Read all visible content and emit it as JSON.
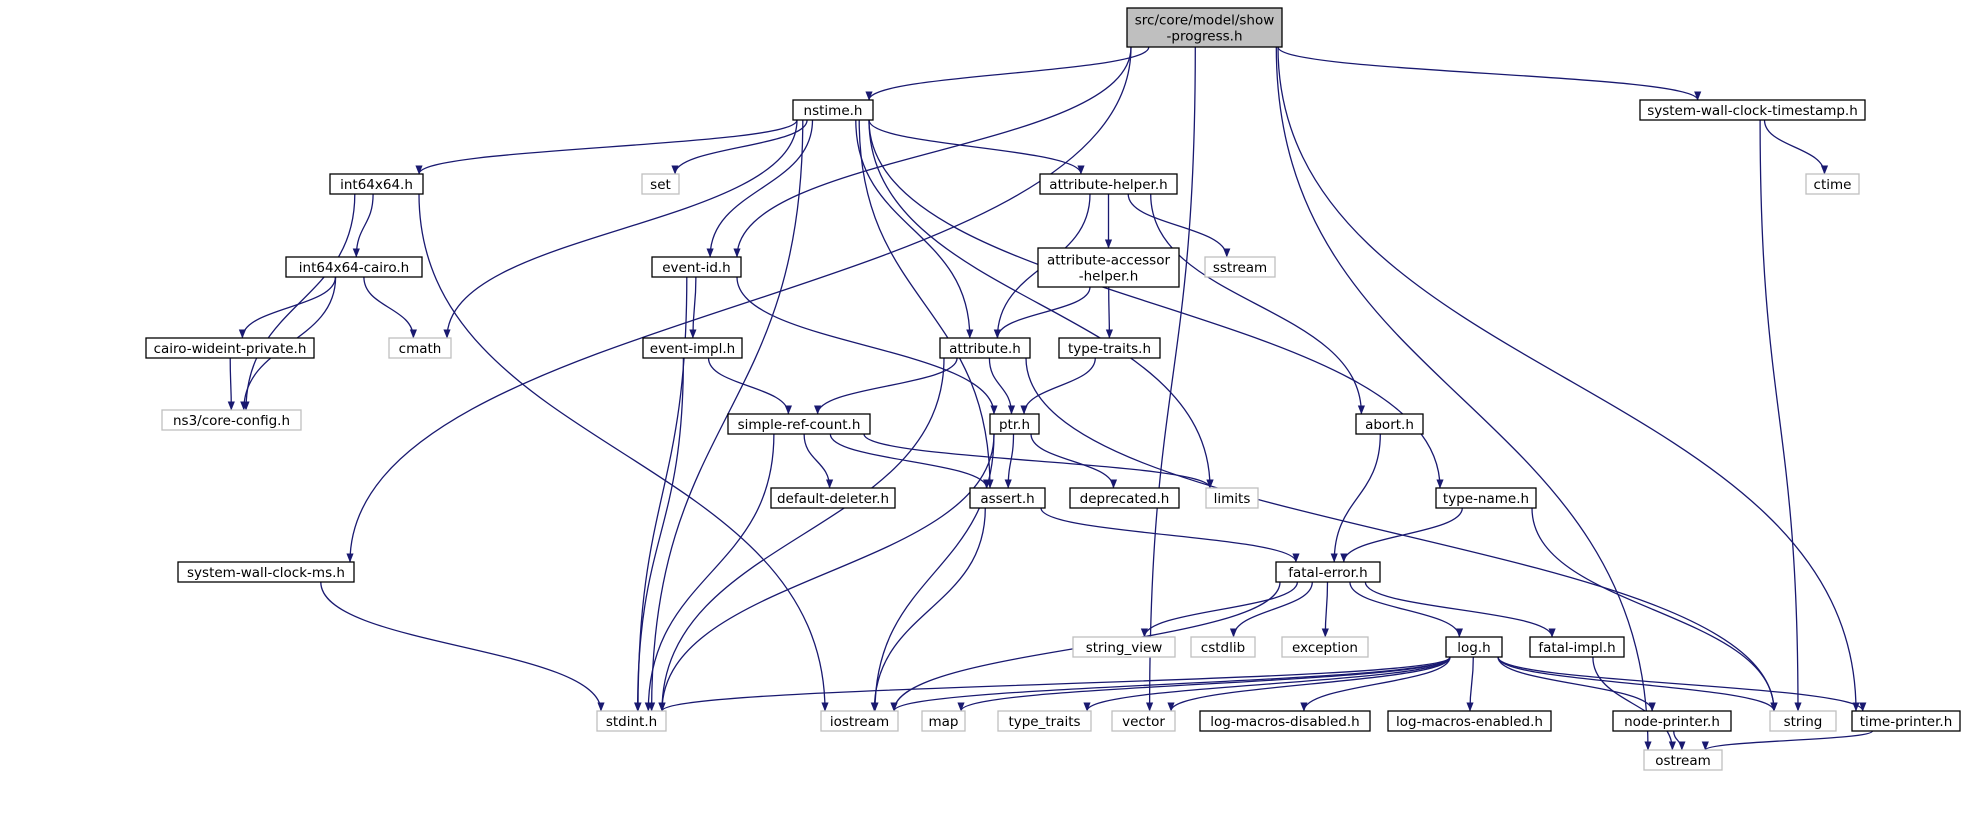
{
  "diagram": {
    "colors": {
      "edge": "#191970",
      "local_border": "#000000",
      "system_border": "#bfbfbf",
      "root_fill": "#bfbfbf"
    },
    "nodes": [
      {
        "id": "root",
        "label": [
          "src/core/model/show",
          "-progress.h"
        ],
        "kind": "root"
      },
      {
        "id": "nstime",
        "label": [
          "nstime.h"
        ],
        "kind": "local"
      },
      {
        "id": "swct",
        "label": [
          "system-wall-clock-timestamp.h"
        ],
        "kind": "local"
      },
      {
        "id": "ctime",
        "label": [
          "ctime"
        ],
        "kind": "sys"
      },
      {
        "id": "int64x64",
        "label": [
          "int64x64.h"
        ],
        "kind": "local"
      },
      {
        "id": "set",
        "label": [
          "set"
        ],
        "kind": "sys"
      },
      {
        "id": "attrhelper",
        "label": [
          "attribute-helper.h"
        ],
        "kind": "local"
      },
      {
        "id": "int64cairo",
        "label": [
          "int64x64-cairo.h"
        ],
        "kind": "local"
      },
      {
        "id": "eventid",
        "label": [
          "event-id.h"
        ],
        "kind": "local"
      },
      {
        "id": "attraccessor",
        "label": [
          "attribute-accessor",
          "-helper.h"
        ],
        "kind": "local"
      },
      {
        "id": "sstream",
        "label": [
          "sstream"
        ],
        "kind": "sys"
      },
      {
        "id": "cairowide",
        "label": [
          "cairo-wideint-private.h"
        ],
        "kind": "local"
      },
      {
        "id": "cmath",
        "label": [
          "cmath"
        ],
        "kind": "sys"
      },
      {
        "id": "eventimpl",
        "label": [
          "event-impl.h"
        ],
        "kind": "local"
      },
      {
        "id": "attribute",
        "label": [
          "attribute.h"
        ],
        "kind": "local"
      },
      {
        "id": "typetraits",
        "label": [
          "type-traits.h"
        ],
        "kind": "local"
      },
      {
        "id": "coreconfig",
        "label": [
          "ns3/core-config.h"
        ],
        "kind": "sys"
      },
      {
        "id": "simpleref",
        "label": [
          "simple-ref-count.h"
        ],
        "kind": "local"
      },
      {
        "id": "ptr",
        "label": [
          "ptr.h"
        ],
        "kind": "local"
      },
      {
        "id": "abort",
        "label": [
          "abort.h"
        ],
        "kind": "local"
      },
      {
        "id": "defdeleter",
        "label": [
          "default-deleter.h"
        ],
        "kind": "local"
      },
      {
        "id": "assert",
        "label": [
          "assert.h"
        ],
        "kind": "local"
      },
      {
        "id": "deprecated",
        "label": [
          "deprecated.h"
        ],
        "kind": "local"
      },
      {
        "id": "limits",
        "label": [
          "limits"
        ],
        "kind": "sys"
      },
      {
        "id": "typename",
        "label": [
          "type-name.h"
        ],
        "kind": "local"
      },
      {
        "id": "swcms",
        "label": [
          "system-wall-clock-ms.h"
        ],
        "kind": "local"
      },
      {
        "id": "fatalerror",
        "label": [
          "fatal-error.h"
        ],
        "kind": "local"
      },
      {
        "id": "stringview",
        "label": [
          "string_view"
        ],
        "kind": "sys"
      },
      {
        "id": "cstdlib",
        "label": [
          "cstdlib"
        ],
        "kind": "sys"
      },
      {
        "id": "exception",
        "label": [
          "exception"
        ],
        "kind": "sys"
      },
      {
        "id": "log",
        "label": [
          "log.h"
        ],
        "kind": "local"
      },
      {
        "id": "fatalimpl",
        "label": [
          "fatal-impl.h"
        ],
        "kind": "local"
      },
      {
        "id": "stdint",
        "label": [
          "stdint.h"
        ],
        "kind": "sys"
      },
      {
        "id": "iostream",
        "label": [
          "iostream"
        ],
        "kind": "sys"
      },
      {
        "id": "map",
        "label": [
          "map"
        ],
        "kind": "sys"
      },
      {
        "id": "typetraitsstd",
        "label": [
          "type_traits"
        ],
        "kind": "sys"
      },
      {
        "id": "vector",
        "label": [
          "vector"
        ],
        "kind": "sys"
      },
      {
        "id": "logdisabled",
        "label": [
          "log-macros-disabled.h"
        ],
        "kind": "local"
      },
      {
        "id": "logenabled",
        "label": [
          "log-macros-enabled.h"
        ],
        "kind": "local"
      },
      {
        "id": "nodeprinter",
        "label": [
          "node-printer.h"
        ],
        "kind": "local"
      },
      {
        "id": "string",
        "label": [
          "string"
        ],
        "kind": "sys"
      },
      {
        "id": "timeprinter",
        "label": [
          "time-printer.h"
        ],
        "kind": "local"
      },
      {
        "id": "ostream",
        "label": [
          "ostream"
        ],
        "kind": "sys"
      }
    ],
    "edges": [
      [
        "root",
        "nstime"
      ],
      [
        "root",
        "swct"
      ],
      [
        "root",
        "eventid"
      ],
      [
        "root",
        "swcms"
      ],
      [
        "root",
        "timeprinter"
      ],
      [
        "root",
        "vector"
      ],
      [
        "root",
        "ostream"
      ],
      [
        "nstime",
        "int64x64"
      ],
      [
        "nstime",
        "set"
      ],
      [
        "nstime",
        "attrhelper"
      ],
      [
        "nstime",
        "eventid"
      ],
      [
        "nstime",
        "cmath"
      ],
      [
        "nstime",
        "attribute"
      ],
      [
        "nstime",
        "assert"
      ],
      [
        "nstime",
        "limits"
      ],
      [
        "nstime",
        "typename"
      ],
      [
        "nstime",
        "stdint"
      ],
      [
        "swct",
        "ctime"
      ],
      [
        "swct",
        "string"
      ],
      [
        "int64x64",
        "int64cairo"
      ],
      [
        "int64x64",
        "coreconfig"
      ],
      [
        "int64x64",
        "iostream"
      ],
      [
        "int64cairo",
        "cairowide"
      ],
      [
        "int64cairo",
        "cmath"
      ],
      [
        "int64cairo",
        "coreconfig"
      ],
      [
        "cairowide",
        "coreconfig"
      ],
      [
        "attrhelper",
        "attraccessor"
      ],
      [
        "attrhelper",
        "sstream"
      ],
      [
        "attrhelper",
        "attribute"
      ],
      [
        "attrhelper",
        "abort"
      ],
      [
        "attraccessor",
        "attribute"
      ],
      [
        "attraccessor",
        "typetraits"
      ],
      [
        "typetraits",
        "ptr"
      ],
      [
        "eventid",
        "eventimpl"
      ],
      [
        "eventid",
        "ptr"
      ],
      [
        "eventid",
        "stdint"
      ],
      [
        "eventimpl",
        "simpleref"
      ],
      [
        "eventimpl",
        "stdint"
      ],
      [
        "attribute",
        "simpleref"
      ],
      [
        "attribute",
        "ptr"
      ],
      [
        "attribute",
        "string"
      ],
      [
        "attribute",
        "stdint"
      ],
      [
        "simpleref",
        "defdeleter"
      ],
      [
        "simpleref",
        "assert"
      ],
      [
        "simpleref",
        "limits"
      ],
      [
        "simpleref",
        "stdint"
      ],
      [
        "ptr",
        "assert"
      ],
      [
        "ptr",
        "deprecated"
      ],
      [
        "ptr",
        "iostream"
      ],
      [
        "ptr",
        "stdint"
      ],
      [
        "assert",
        "fatalerror"
      ],
      [
        "assert",
        "iostream"
      ],
      [
        "abort",
        "fatalerror"
      ],
      [
        "typename",
        "fatalerror"
      ],
      [
        "typename",
        "string"
      ],
      [
        "swcms",
        "stdint"
      ],
      [
        "fatalerror",
        "stringview"
      ],
      [
        "fatalerror",
        "cstdlib"
      ],
      [
        "fatalerror",
        "exception"
      ],
      [
        "fatalerror",
        "log"
      ],
      [
        "fatalerror",
        "fatalimpl"
      ],
      [
        "fatalerror",
        "iostream"
      ],
      [
        "fatalimpl",
        "ostream"
      ],
      [
        "log",
        "stdint"
      ],
      [
        "log",
        "iostream"
      ],
      [
        "log",
        "map"
      ],
      [
        "log",
        "typetraitsstd"
      ],
      [
        "log",
        "vector"
      ],
      [
        "log",
        "logdisabled"
      ],
      [
        "log",
        "logenabled"
      ],
      [
        "log",
        "nodeprinter"
      ],
      [
        "log",
        "string"
      ],
      [
        "log",
        "timeprinter"
      ],
      [
        "nodeprinter",
        "ostream"
      ],
      [
        "timeprinter",
        "ostream"
      ]
    ]
  }
}
